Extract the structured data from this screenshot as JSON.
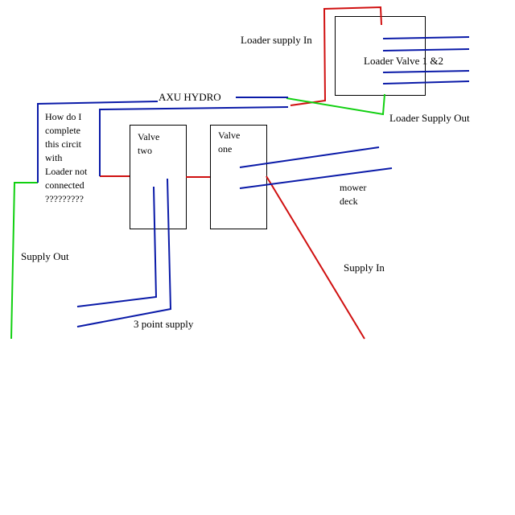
{
  "labels": {
    "loader_supply_in": "Loader supply In",
    "loader_valve": "Loader Valve 1 &2",
    "loader_supply_out": "Loader Supply Out",
    "axu_hydro": "AXU HYDRO",
    "valve_two": "Valve\ntwo",
    "valve_one": "Valve\none",
    "question": "How do I\ncomplete\nthis circit\nwith\nLoader not\nconnected\n?????????",
    "mower_deck": "mower\ndeck",
    "supply_out": "Supply Out",
    "supply_in": "Supply In",
    "three_point_supply": "3 point supply"
  },
  "colors": {
    "supply_line": "#d01010",
    "return_line": "#10d010",
    "work_line": "#0a1aa8",
    "box_outline": "#000000",
    "text": "#000000"
  }
}
